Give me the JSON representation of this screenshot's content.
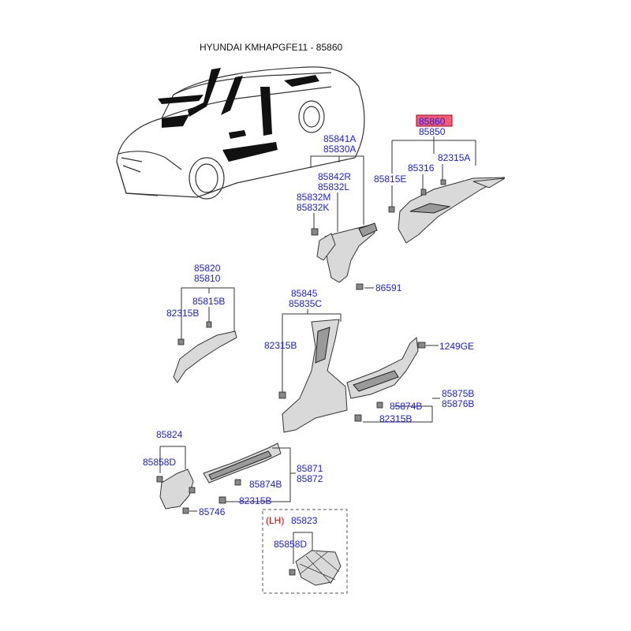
{
  "title": "HYUNDAI KMHAPGFE11 - 85860",
  "highlight_color": "#f25c6e",
  "label_color": "#1a1aff",
  "variant_color": "#e00000",
  "labels": {
    "p85860": "85860",
    "p85850": "85850",
    "p82315A": "82315A",
    "p85316": "85316",
    "p85815E": "85815E",
    "p85841A": "85841A",
    "p85830A": "85830A",
    "p85842R": "85842R",
    "p85832L": "85832L",
    "p85832M": "85832M",
    "p85832K": "85832K",
    "p86591": "86591",
    "p85820": "85820",
    "p85810": "85810",
    "p85815B": "85815B",
    "p82315B_a": "82315B",
    "p85845": "85845",
    "p85835C": "85835C",
    "p82315B_b": "82315B",
    "p1249GE": "1249GE",
    "p85875B": "85875B",
    "p85876B": "85876B",
    "p85874B_a": "85874B",
    "p82315B_c": "82315B",
    "p85824": "85824",
    "p85858D_a": "85858D",
    "p85746": "85746",
    "p85871": "85871",
    "p85872": "85872",
    "p85874B_b": "85874B",
    "p82315B_d": "82315B",
    "lh": "(LH)",
    "p85823": "85823",
    "p85858D_b": "85858D"
  }
}
